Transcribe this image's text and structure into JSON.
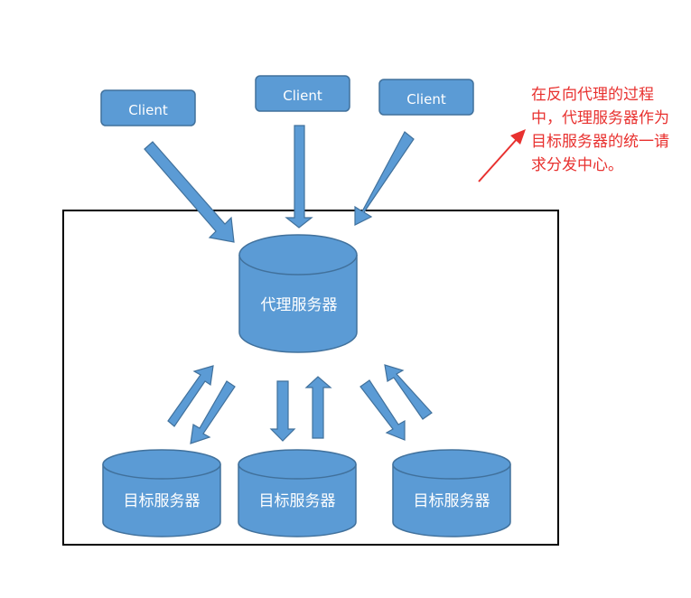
{
  "clients": [
    {
      "label": "Client"
    },
    {
      "label": "Client"
    },
    {
      "label": "Client"
    }
  ],
  "proxy": {
    "label": "代理服务器"
  },
  "targets": [
    {
      "label": "目标服务器"
    },
    {
      "label": "目标服务器"
    },
    {
      "label": "目标服务器"
    }
  ],
  "annotation": {
    "lines": [
      "在反向代理的过程",
      "中，代理服务器作为",
      "目标服务器的统一请",
      "求分发中心。"
    ]
  },
  "colors": {
    "node_fill": "#5b9bd5",
    "node_stroke": "#41719c",
    "annotation": "#e8312f",
    "frame": "#000000"
  }
}
